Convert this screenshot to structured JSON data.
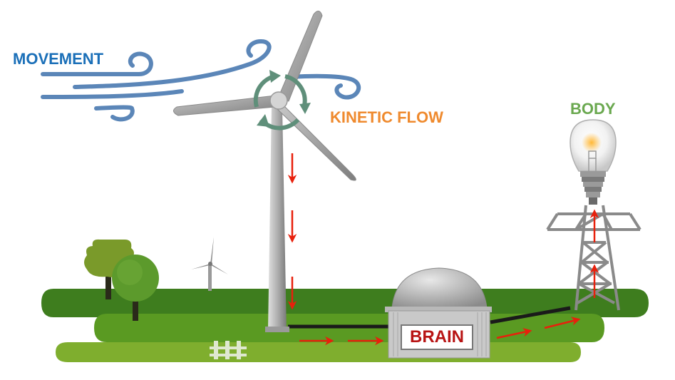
{
  "labels": {
    "movement": "MOVEMENT",
    "kinetic_flow": "KINETIC FLOW",
    "body": "BODY",
    "brain": "BRAIN"
  },
  "colors": {
    "movement": "#1a6fb8",
    "kinetic_flow": "#ef8a2e",
    "body": "#6aa84f",
    "brain": "#b81414",
    "arrow": "#e8200c",
    "wind": "#5b86b8",
    "grass_dark": "#3e7d1e",
    "grass_light": "#7fae2e",
    "rotation_arrow": "#5f8f7a"
  },
  "icons": [
    "wind-icon",
    "wind-turbine-icon",
    "rotation-icon",
    "dome-building-icon",
    "transmission-tower-icon",
    "light-bulb-icon",
    "tree-icon",
    "fence-icon"
  ]
}
